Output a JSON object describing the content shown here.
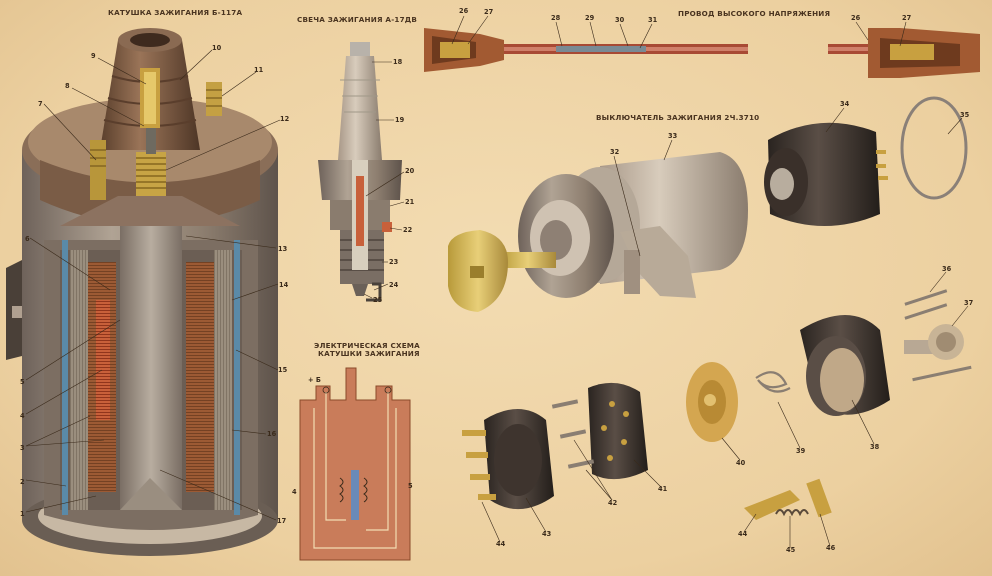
{
  "titles": {
    "coil": "КАТУШКА ЗАЖИГАНИЯ Б-117А",
    "plug": "СВЕЧА ЗАЖИГАНИЯ А-17ДВ",
    "wire": "ПРОВОД ВЫСОКОГО НАПРЯЖЕНИЯ",
    "switch": "ВЫКЛЮЧАТЕЛЬ ЗАЖИГАНИЯ 2Ч.3710",
    "scheme_line1": "ЭЛЕКТРИЧЕСКАЯ СХЕМА",
    "scheme_line2": "КАТУШКИ ЗАЖИГАНИЯ"
  },
  "scheme_terminal": "+ Б",
  "callouts": {
    "n1": "1",
    "n2": "2",
    "n3": "3",
    "n4": "4",
    "n5": "5",
    "n6": "6",
    "n7": "7",
    "n8": "8",
    "n9": "9",
    "n10": "10",
    "n11": "11",
    "n12": "12",
    "n13": "13",
    "n14": "14",
    "n15": "15",
    "n16": "16",
    "n17": "17",
    "n18": "18",
    "n19": "19",
    "n20": "20",
    "n21": "21",
    "n22": "22",
    "n23": "23",
    "n24": "24",
    "n25": "25",
    "n26a": "26",
    "n27a": "27",
    "n28": "28",
    "n29": "29",
    "n30": "30",
    "n31": "31",
    "n26b": "26",
    "n27b": "27",
    "n32": "32",
    "n33": "33",
    "n34": "34",
    "n35": "35",
    "n36": "36",
    "n37": "37",
    "n38": "38",
    "n39": "39",
    "n40": "40",
    "n41": "41",
    "n42": "42",
    "n43": "43",
    "n44a": "44",
    "n44b": "44",
    "n45": "45",
    "n46": "46",
    "s4": "4",
    "s5": "5"
  },
  "colors": {
    "paper": "#efd4a6",
    "metal": "#8a7a6a",
    "copper": "#c0502a",
    "brass": "#c8a040",
    "plastic": "#3a302a"
  }
}
